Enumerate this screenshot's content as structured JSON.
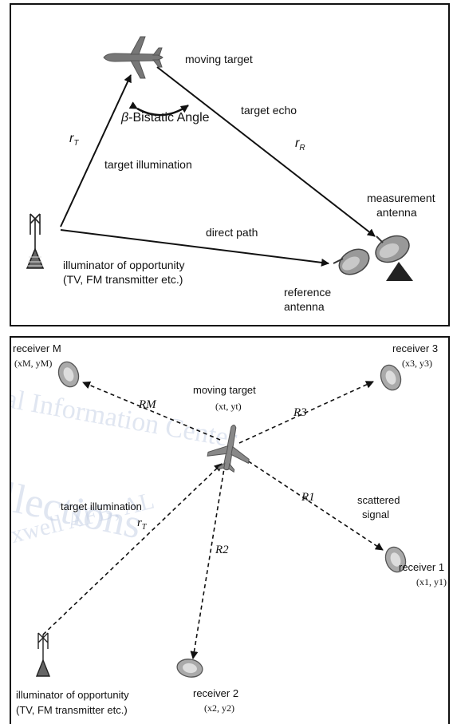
{
  "top": {
    "moving_target": "moving target",
    "target_echo": "target echo",
    "bistatic_angle_symbol": "β",
    "bistatic_angle": "-Bistatic Angle",
    "r_t": "r",
    "r_t_sub": "T",
    "r_r": "r",
    "r_r_sub": "R",
    "target_illumination": "target illumination",
    "direct_path": "direct path",
    "measurement_antenna_1": "measurement",
    "measurement_antenna_2": "antenna",
    "illuminator_1": "illuminator of opportunity",
    "illuminator_2": "(TV, FM transmitter etc.)",
    "reference_antenna_1": "reference",
    "reference_antenna_2": "antenna"
  },
  "bottom": {
    "receiver_m": "receiver M",
    "receiver_m_coord": "(xM, yM)",
    "receiver_3": "receiver 3",
    "receiver_3_coord": "(x3, y3)",
    "moving_target": "moving target",
    "target_coord": "(xt, yt)",
    "r_m": "RM",
    "r_3": "R3",
    "r_1": "R1",
    "r_2": "R2",
    "r_t": "r",
    "r_t_sub": "T",
    "scattered_1": "scattered",
    "scattered_2": "signal",
    "receiver_1": "receiver 1",
    "receiver_1_coord": "(x1, y1)",
    "target_illumination": "target illumination",
    "receiver_2": "receiver 2",
    "receiver_2_coord": "(x2, y2)",
    "illuminator_1": "illuminator of opportunity",
    "illuminator_2": "(TV, FM transmitter etc.)",
    "watermark_1": "al Information Center",
    "watermark_2": "llections",
    "watermark_3": "xwell AFB, AL"
  }
}
